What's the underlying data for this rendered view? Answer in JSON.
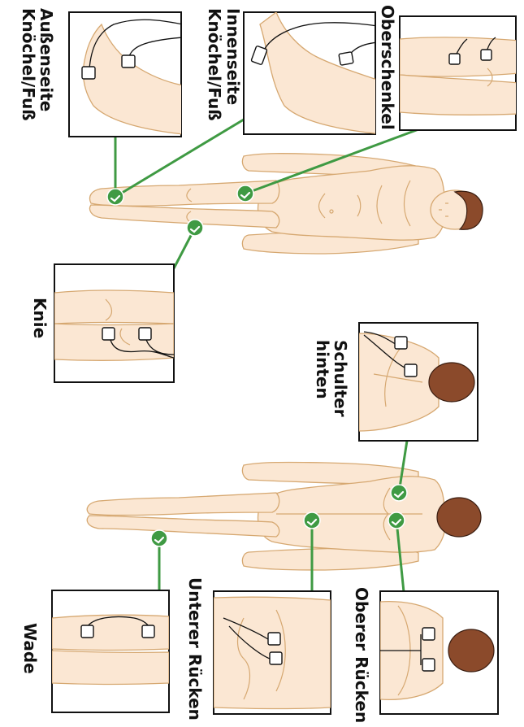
{
  "colors": {
    "skin": "#fbe7d3",
    "outline": "#d6a871",
    "hair": "#8b4a2b",
    "connector": "#3f9a43",
    "text": "#111111"
  },
  "placements": {
    "oberschenkel": "Oberschenkel",
    "innenseite_line1": "Innenseite",
    "innenseite_line2": "Knöchel/Fuß",
    "aussenseite_line1": "Außenseite",
    "aussenseite_line2": "Knöchel/Fuß",
    "knie": "Knie",
    "schulter_line1": "Schulter",
    "schulter_line2": "hinten",
    "oberer_ruecken": "Oberer Rücken",
    "unterer_ruecken": "Unterer Rücken",
    "wade": "Wade"
  }
}
